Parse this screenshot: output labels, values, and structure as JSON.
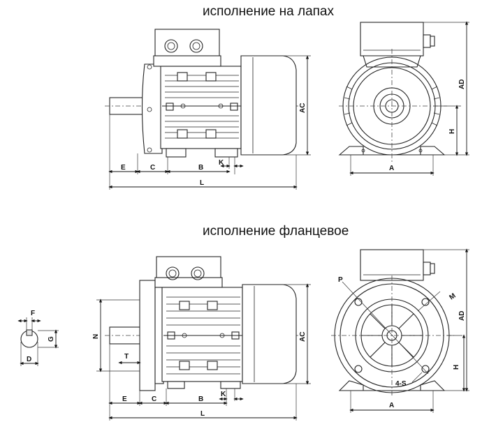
{
  "titles": {
    "foot": "исполнение на лапах",
    "flange": "исполнение фланцевое"
  },
  "dims": {
    "E": "E",
    "C": "C",
    "B": "B",
    "K": "K",
    "L": "L",
    "AC": "AC",
    "AD": "AD",
    "H": "H",
    "A": "A",
    "N": "N",
    "T": "T",
    "P": "P",
    "M": "M",
    "S": "4-S",
    "F": "F",
    "G": "G",
    "D": "D"
  }
}
